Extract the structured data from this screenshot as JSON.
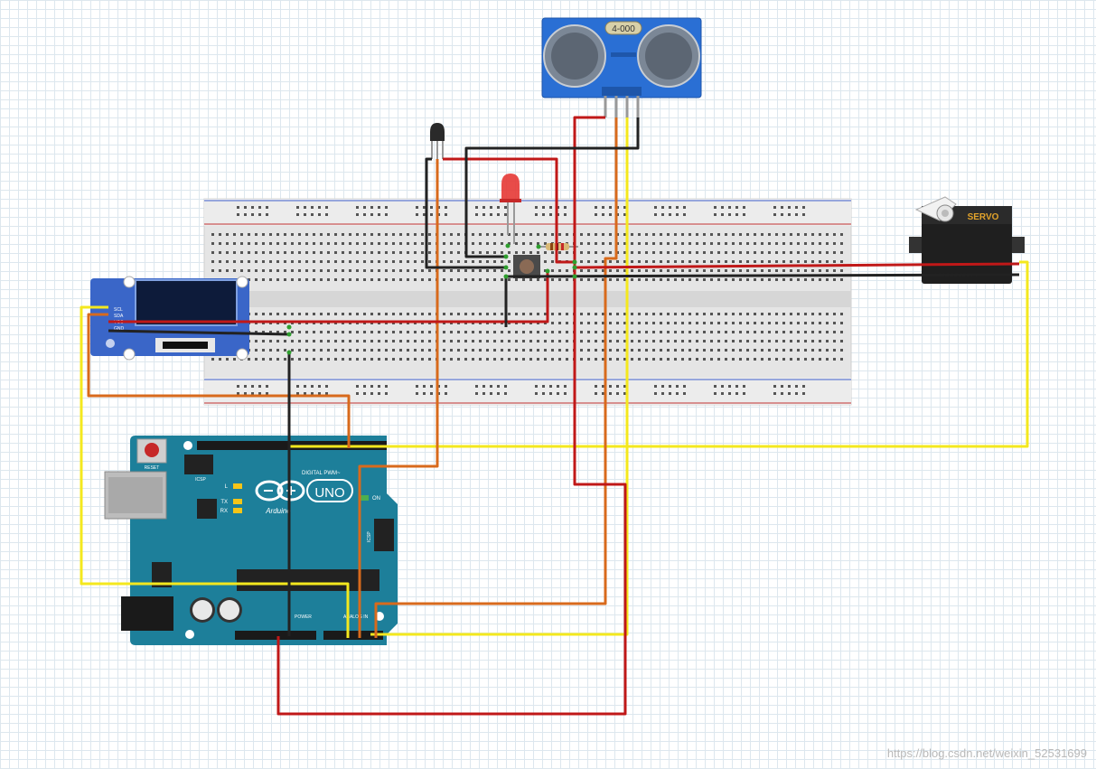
{
  "sensor": {
    "label": "4-000"
  },
  "servo": {
    "label": "SERVO"
  },
  "arduino": {
    "model": "UNO",
    "brand": "Arduino",
    "digital_header": "DIGITAL PWM~",
    "power_header": "POWER",
    "analog_header": "ANALOG IN",
    "reset_label": "RESET",
    "icsp_label": "ICSP",
    "icsp2_label": "ICSP",
    "led_l": "L",
    "led_tx": "TX",
    "led_rx": "RX",
    "on_label": "ON"
  },
  "oled": {
    "pins": [
      "SCL",
      "SDA",
      "VCC",
      "GND"
    ]
  },
  "colors": {
    "wire_red": "#c01818",
    "wire_black": "#222222",
    "wire_orange": "#d86a1c",
    "wire_yellow": "#f4e81e",
    "board_teal": "#1d7f9a",
    "sensor_blue": "#2a6fd4"
  },
  "watermark": "https://blog.csdn.net/weixin_52531699"
}
